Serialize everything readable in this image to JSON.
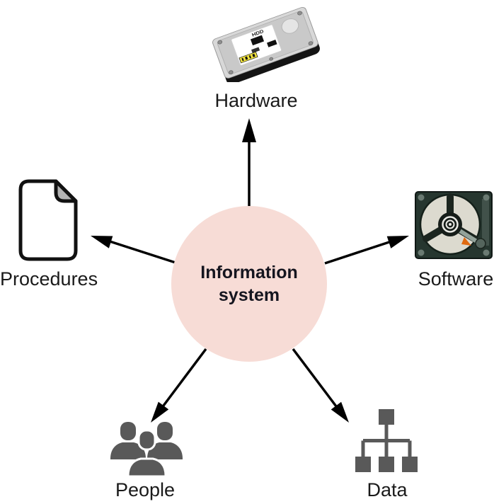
{
  "center": {
    "label": "Information system",
    "fill": "#f7dcd6",
    "text_color": "#15151f"
  },
  "nodes": [
    {
      "id": "hardware",
      "label": "Hardware",
      "icon": "hdd-top-icon",
      "icon_text": "HDD"
    },
    {
      "id": "software",
      "label": "Software",
      "icon": "hdd-open-icon"
    },
    {
      "id": "procedures",
      "label": "Procedures",
      "icon": "document-icon"
    },
    {
      "id": "people",
      "label": "People",
      "icon": "people-group-icon"
    },
    {
      "id": "data",
      "label": "Data",
      "icon": "hierarchy-icon"
    }
  ],
  "colors": {
    "background": "#ffffff",
    "arrow": "#000000",
    "icon_gray": "#595959",
    "label_text": "#1a1a1a",
    "document_fold": "#b3b3b3",
    "hdd_label_yellow": "#efe13d"
  }
}
